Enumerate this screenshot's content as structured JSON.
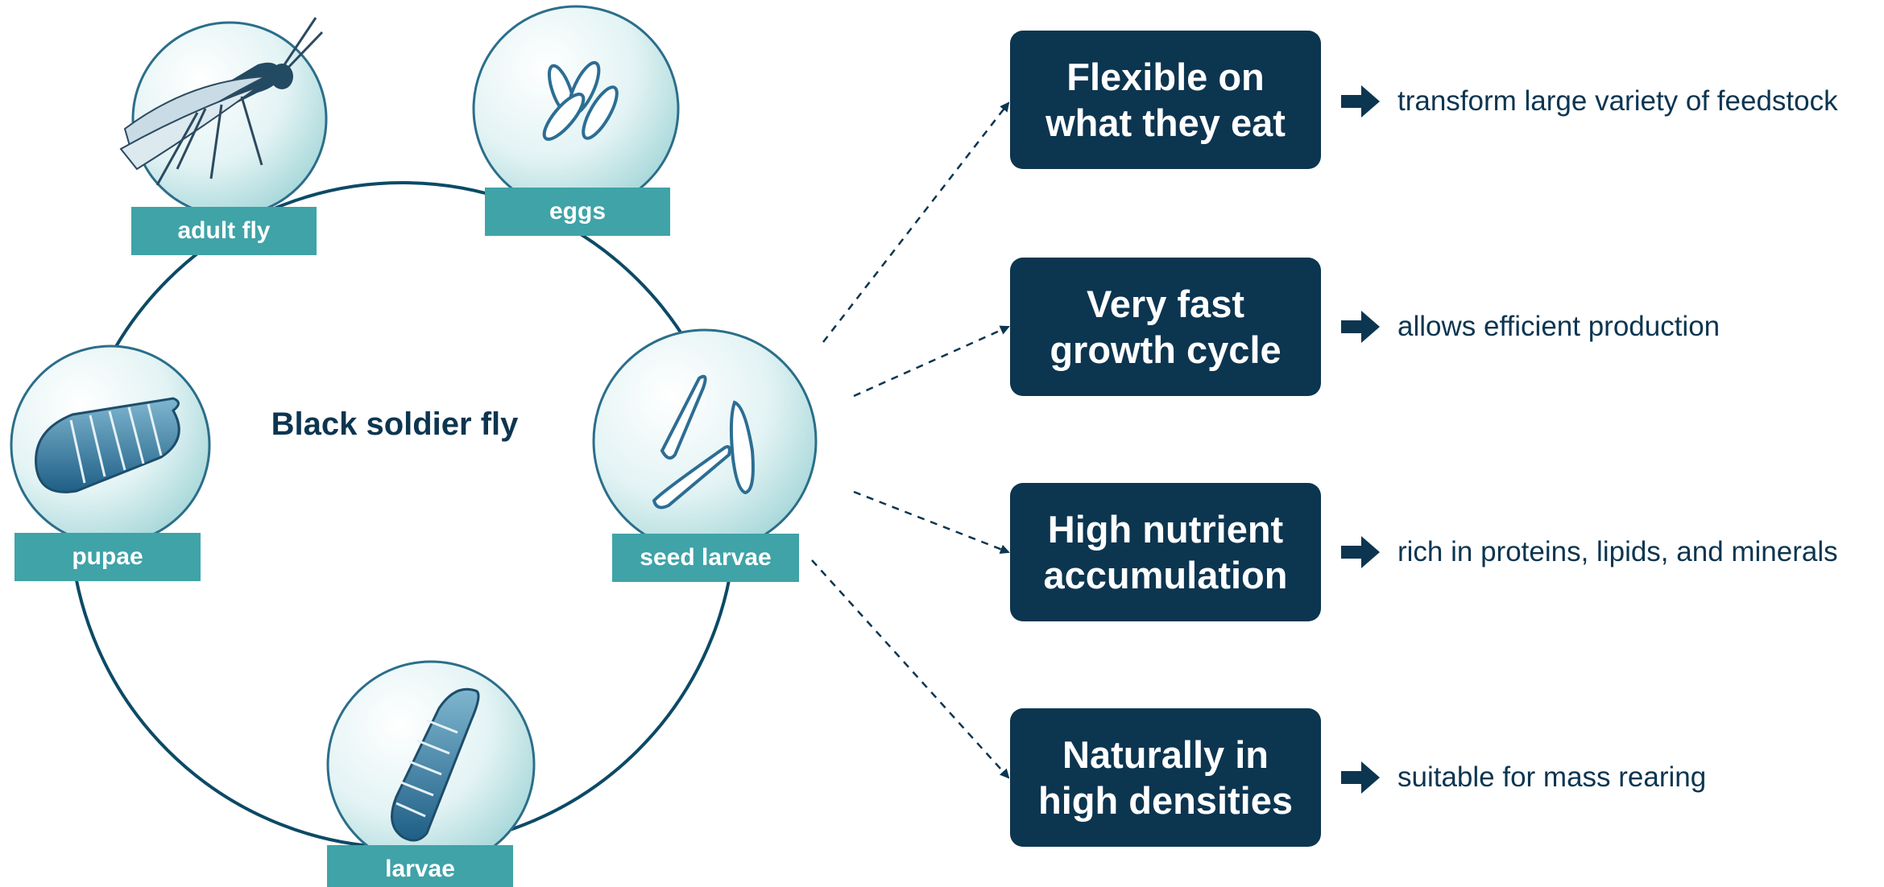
{
  "diagram": {
    "title": "Black soldier fly",
    "stages": [
      {
        "id": "adult-fly",
        "label": "adult fly",
        "icon": "adult-fly-icon"
      },
      {
        "id": "eggs",
        "label": "eggs",
        "icon": "eggs-icon"
      },
      {
        "id": "seed-larvae",
        "label": "seed larvae",
        "icon": "seed-larvae-icon"
      },
      {
        "id": "larvae",
        "label": "larvae",
        "icon": "larva-icon"
      },
      {
        "id": "pupae",
        "label": "pupae",
        "icon": "pupa-icon"
      }
    ],
    "properties": [
      {
        "lines": [
          "Flexible on",
          "what they eat"
        ],
        "benefit": "transform large variety of feedstock"
      },
      {
        "lines": [
          "Very fast",
          "growth cycle"
        ],
        "benefit": "allows efficient production"
      },
      {
        "lines": [
          "High nutrient",
          "accumulation"
        ],
        "benefit": "rich in proteins, lipids, and minerals"
      },
      {
        "lines": [
          "Naturally in",
          "high densities"
        ],
        "benefit": "suitable for mass rearing"
      }
    ],
    "colors": {
      "navy": "#0c3550",
      "teal_label": "#3fa3a8",
      "icon_fill": "#d9eef0",
      "insect": "#2c6e94"
    }
  }
}
